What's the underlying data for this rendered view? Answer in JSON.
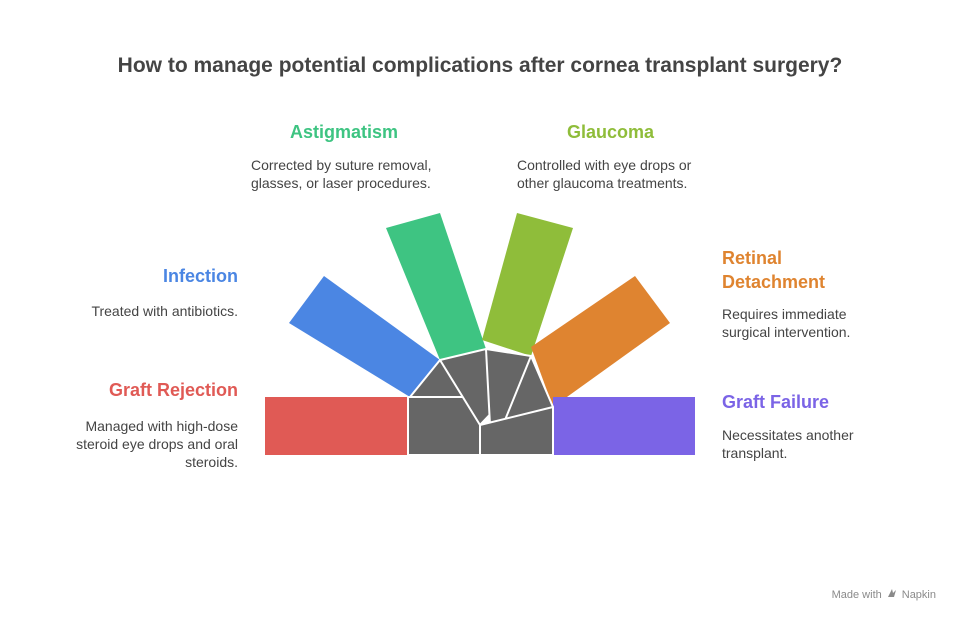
{
  "title": "How to manage potential complications after cornea transplant surgery?",
  "items": {
    "graft_rejection": {
      "heading": "Graft Rejection",
      "lines": [
        "Managed with high-dose",
        "steroid eye drops and oral",
        "steroids."
      ],
      "color": "#e05a55"
    },
    "infection": {
      "heading": "Infection",
      "lines": [
        "Treated with antibiotics."
      ],
      "color": "#4b86e3"
    },
    "astigmatism": {
      "heading": "Astigmatism",
      "lines": [
        "Corrected by suture removal,",
        "glasses, or laser procedures."
      ],
      "color": "#3ec482"
    },
    "glaucoma": {
      "heading": "Glaucoma",
      "lines": [
        "Controlled with eye drops or",
        "other glaucoma treatments."
      ],
      "color": "#8fbd3a"
    },
    "retinal_detachment": {
      "heading_lines": [
        "Retinal",
        "Detachment"
      ],
      "lines": [
        "Requires immediate",
        "surgical intervention."
      ],
      "color": "#df8430"
    },
    "graft_failure": {
      "heading": "Graft Failure",
      "lines": [
        "Necessitates another",
        "transplant."
      ],
      "color": "#7b64e6"
    }
  },
  "hub_color": "#666666",
  "footer": {
    "label": "Made with",
    "brand": "Napkin"
  }
}
